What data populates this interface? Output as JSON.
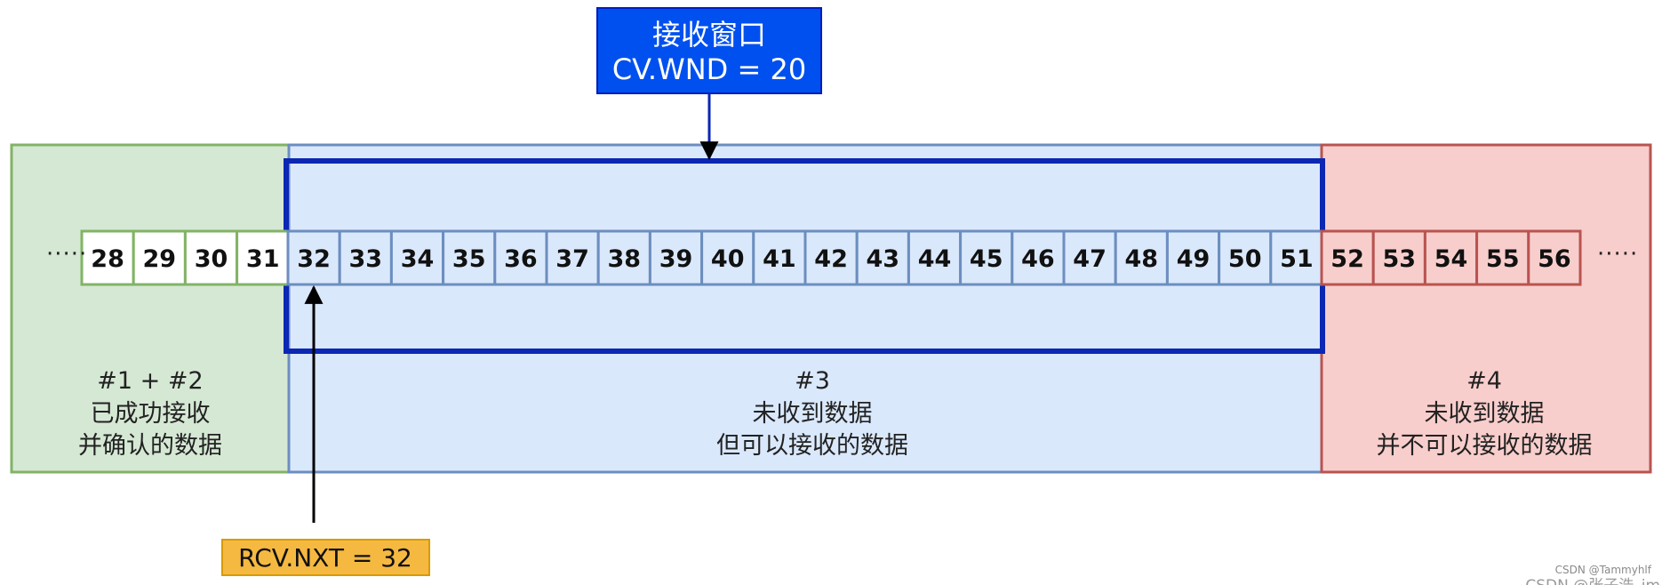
{
  "header": {
    "title": "接收窗口",
    "subtitle": "CV.WND = 20"
  },
  "pointer": {
    "label": "RCV.NXT = 32"
  },
  "ellipsis_left": "·····",
  "ellipsis_right": "·····",
  "regions": [
    {
      "key": "received",
      "lines": [
        "#1 + #2",
        "已成功接收",
        "并确认的数据"
      ]
    },
    {
      "key": "receivable",
      "lines": [
        "#3",
        "未收到数据",
        "但可以接收的数据"
      ]
    },
    {
      "key": "not_receivable",
      "lines": [
        "#4",
        "未收到数据",
        "并不可以接收的数据"
      ]
    }
  ],
  "cells": {
    "green": [
      "28",
      "29",
      "30",
      "31"
    ],
    "blue": [
      "32",
      "33",
      "34",
      "35",
      "36",
      "37",
      "38",
      "39",
      "40",
      "41",
      "42",
      "43",
      "44",
      "45",
      "46",
      "47",
      "48",
      "49",
      "50",
      "51"
    ],
    "red": [
      "52",
      "53",
      "54",
      "55",
      "56"
    ]
  },
  "watermark": {
    "line1": "CSDN @Tammyhlf",
    "line2": "CSDN @张子浩_im"
  },
  "colors": {
    "green_fill": "#d5e8d4",
    "green_stroke": "#82b366",
    "blue_fill": "#dae8fc",
    "blue_stroke": "#6c8ebf",
    "red_fill": "#f8cecc",
    "red_stroke": "#b85450",
    "window_stroke": "#0b27b3",
    "title_fill": "#0050ef",
    "pointer_fill": "#f5b942",
    "pointer_stroke": "#d79b00"
  }
}
